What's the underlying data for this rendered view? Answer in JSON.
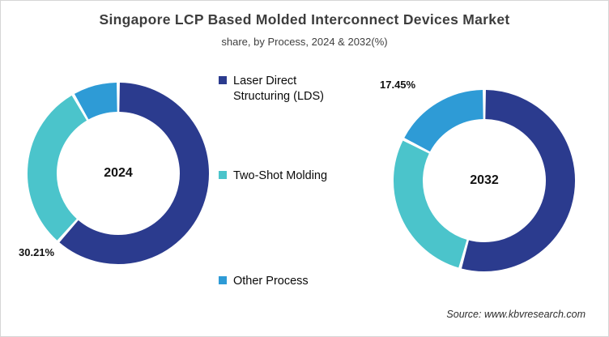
{
  "title": "Singapore LCP Based Molded Interconnect Devices Market",
  "subtitle": "share, by Process, 2024 & 2032(%)",
  "source": "Source: www.kbvresearch.com",
  "chart_data": {
    "type": "pie",
    "style": "donut",
    "unit": "%",
    "categories": [
      "Laser Direct Structuring (LDS)",
      "Two-Shot Molding",
      "Other Process"
    ],
    "colors": [
      "#2B3B8E",
      "#4BC4CB",
      "#2E9BD6"
    ],
    "legend_position": "center",
    "charts": [
      {
        "label": "2024",
        "values": [
          61.5,
          30.21,
          8.29
        ],
        "callout": "30.21%",
        "callout_series": "Two-Shot Molding"
      },
      {
        "label": "2032",
        "values": [
          54.3,
          28.25,
          17.45
        ],
        "callout": "17.45%",
        "callout_series": "Other Process"
      }
    ]
  }
}
